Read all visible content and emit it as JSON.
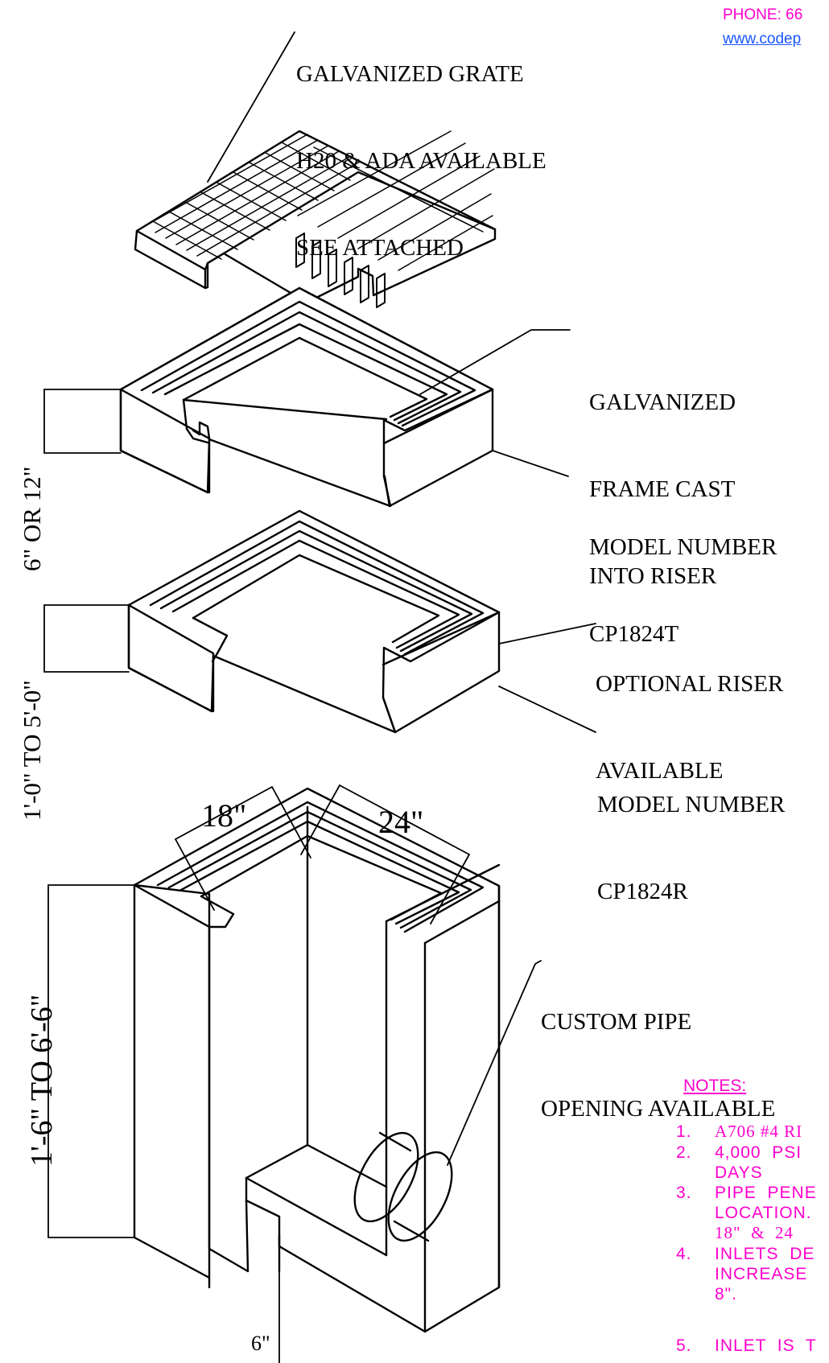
{
  "header": {
    "phone": "PHONE: 66",
    "website": "www.codep"
  },
  "callouts": {
    "grate": [
      "GALVANIZED GRATE",
      "H20 & ADA AVAILABLE",
      "SEE ATTACHED"
    ],
    "frame": [
      "GALVANIZED",
      "FRAME CAST",
      "INTO RISER"
    ],
    "model_top": [
      "MODEL NUMBER",
      "CP1824T"
    ],
    "riser": [
      "OPTIONAL RISER",
      "AVAILABLE"
    ],
    "model_riser": [
      "MODEL NUMBER",
      "CP1824R"
    ],
    "pipe": [
      "CUSTOM PIPE",
      "OPENING AVAILABLE"
    ]
  },
  "dimensions": {
    "top_height": "6\" OR 12\"",
    "riser_height": "1'-0\" TO 5'-0\"",
    "base_height": "1'-6\" TO 6'-6\"",
    "width_18": "18\"",
    "width_24": "24\"",
    "wall": "6\""
  },
  "notes": {
    "title": "NOTES:",
    "items": [
      {
        "num": "1.",
        "lines": [
          "A706 #4 RI"
        ]
      },
      {
        "num": "2.",
        "lines": [
          "4,000  PSI",
          "DAYS"
        ]
      },
      {
        "num": "3.",
        "lines": [
          "PIPE  PENE",
          "LOCATION.",
          "18\"  &  24"
        ]
      },
      {
        "num": "4.",
        "lines": [
          "INLETS  DE",
          "INCREASE",
          "8\"."
        ]
      },
      {
        "num": "5.",
        "lines": [
          "INLET  IS  T"
        ]
      }
    ]
  },
  "colors": {
    "notes": "#ff00cc",
    "link": "#1a56ff",
    "linework": "#000000"
  }
}
